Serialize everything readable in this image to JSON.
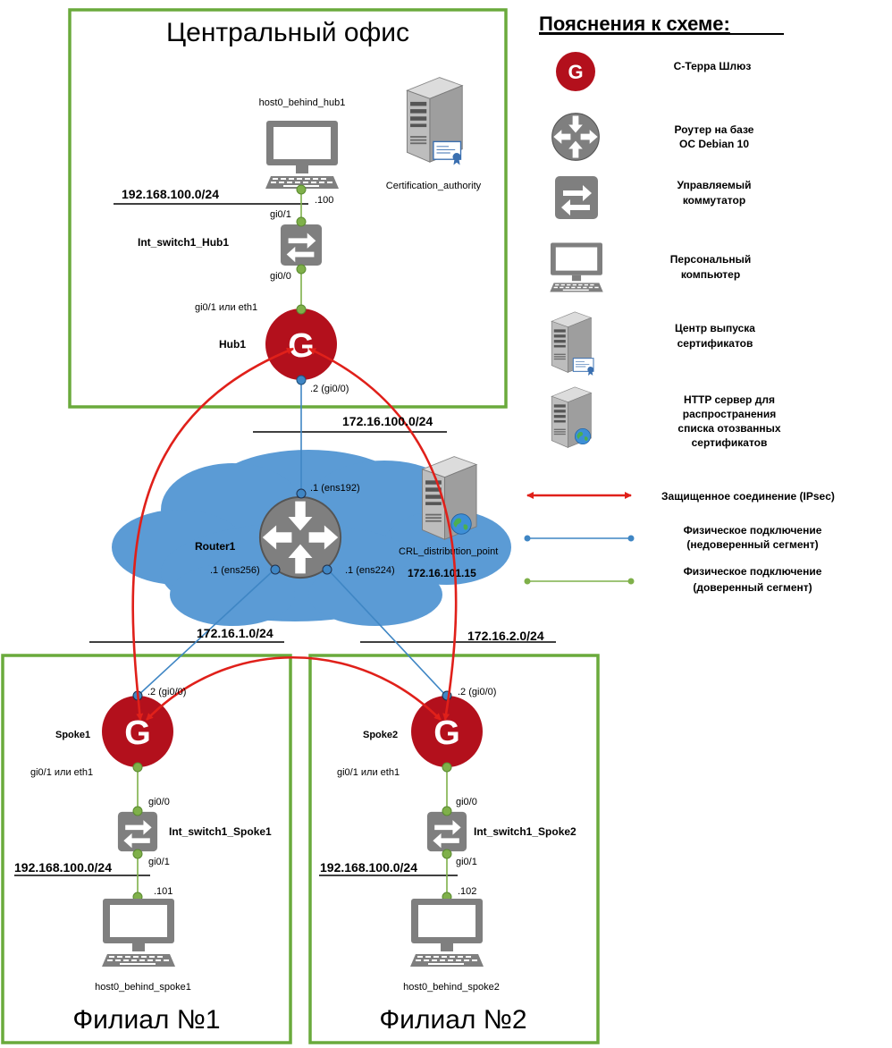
{
  "colors": {
    "frame": "#6aaa3c",
    "cloud": "#5b9bd5",
    "gateway": "#b3101c",
    "device_gray": "#7f7f7f",
    "link_trusted": "#7fb04a",
    "link_untrusted": "#3f86c4",
    "ipsec": "#e0201a"
  },
  "sites": {
    "central": "Центральный офис",
    "branch1": "Филиал №1",
    "branch2": "Филиал №2"
  },
  "nodes": {
    "host0_hub": "host0_behind_hub1",
    "ca": "Certification_authority",
    "switch_hub": "Int_switch1_Hub1",
    "hub": "Hub1",
    "router": "Router1",
    "crl": "CRL_distribution_point",
    "crl_ip": "172.16.101.15",
    "spoke1": "Spoke1",
    "spoke2": "Spoke2",
    "switch_spoke1": "Int_switch1_Spoke1",
    "switch_spoke2": "Int_switch1_Spoke2",
    "host_spoke1": "host0_behind_spoke1",
    "host_spoke2": "host0_behind_spoke2"
  },
  "gateway_letter": "G",
  "networks": {
    "hub_lan": "192.168.100.0/24",
    "hub_wan": "172.16.100.0/24",
    "spoke1_wan": "172.16.1.0/24",
    "spoke2_wan": "172.16.2.0/24",
    "spoke1_lan": "192.168.100.0/24",
    "spoke2_lan": "192.168.100.0/24"
  },
  "ports": {
    "hub_host_ip": ".100",
    "hub_sw_up": "gi0/1",
    "hub_sw_down": "gi0/0",
    "hub_lan": "gi0/1 или eth1",
    "hub_wan": ".2 (gi0/0)",
    "router_top": ".1 (ens192)",
    "router_left": ".1 (ens256)",
    "router_right": ".1 (ens224)",
    "spoke1_wan": ".2 (gi0/0)",
    "spoke2_wan": ".2 (gi0/0)",
    "spoke1_lan": "gi0/1 или eth1",
    "spoke2_lan": "gi0/1 или eth1",
    "sw1_up": "gi0/0",
    "sw1_down": "gi0/1",
    "sw2_up": "gi0/0",
    "sw2_down": "gi0/1",
    "host1_ip": ".101",
    "host2_ip": ".102"
  },
  "legend": {
    "title": "Пояснения к схеме:",
    "gateway": "С-Терра Шлюз",
    "router": [
      "Роутер на базе",
      "ОС Debian 10"
    ],
    "switch": [
      "Управляемый",
      "коммутатор"
    ],
    "pc": [
      "Персональный",
      "компьютер"
    ],
    "ca": [
      "Центр выпуска",
      "сертификатов"
    ],
    "http": [
      "HTTP сервер для",
      "распространения",
      "списка отозванных",
      "сертификатов"
    ],
    "ipsec": "Защищенное соединение (IPsec)",
    "untrusted": [
      "Физическое подключение",
      "(недоверенный сегмент)"
    ],
    "trusted": [
      "Физическое подключение",
      "(доверенный сегмент)"
    ]
  }
}
